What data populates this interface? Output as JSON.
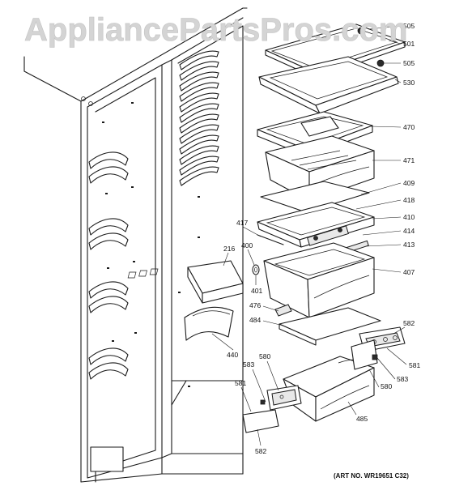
{
  "watermark": "AppliancePartsPros.com",
  "art_number": "(ART NO. WR19651 C32)",
  "callouts": [
    {
      "id": "c505a",
      "label": "505"
    },
    {
      "id": "c501",
      "label": "501"
    },
    {
      "id": "c505b",
      "label": "505"
    },
    {
      "id": "c530",
      "label": "530"
    },
    {
      "id": "c470",
      "label": "470"
    },
    {
      "id": "c471",
      "label": "471"
    },
    {
      "id": "c409",
      "label": "409"
    },
    {
      "id": "c418",
      "label": "418"
    },
    {
      "id": "c410",
      "label": "410"
    },
    {
      "id": "c414",
      "label": "414"
    },
    {
      "id": "c413",
      "label": "413"
    },
    {
      "id": "c407",
      "label": "407"
    },
    {
      "id": "c417",
      "label": "417"
    },
    {
      "id": "c400",
      "label": "400"
    },
    {
      "id": "c401",
      "label": "401"
    },
    {
      "id": "c216",
      "label": "216"
    },
    {
      "id": "c476",
      "label": "476"
    },
    {
      "id": "c484",
      "label": "484"
    },
    {
      "id": "c440",
      "label": "440"
    },
    {
      "id": "c582a",
      "label": "582"
    },
    {
      "id": "c581a",
      "label": "581"
    },
    {
      "id": "c583a",
      "label": "583"
    },
    {
      "id": "c580a",
      "label": "580"
    },
    {
      "id": "c580b",
      "label": "580"
    },
    {
      "id": "c583b",
      "label": "583"
    },
    {
      "id": "c581b",
      "label": "581"
    },
    {
      "id": "c485",
      "label": "485"
    },
    {
      "id": "c582b",
      "label": "582"
    }
  ]
}
